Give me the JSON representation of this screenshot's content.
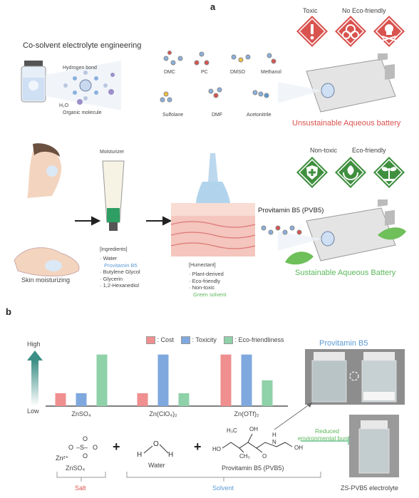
{
  "panel_a": {
    "label": "a",
    "title": "Co-solvent electrolyte engineering",
    "hbond": "Hydrogen bond",
    "water": "H₂O",
    "organic": "Organic molecule",
    "solvents": [
      "DMC",
      "PC",
      "DMSO",
      "Methanol",
      "Sulfolane",
      "DMF",
      "Acetonitrile"
    ],
    "warn_labels": [
      "Toxic",
      "No Eco-friendly"
    ],
    "unsustainable": "Unsustainable Aqueous battery",
    "moisturizer": "Moisturizer",
    "ingredients_title": "[Ingredients]",
    "ingredients": [
      "· Water",
      "Provitamin B5",
      "· Butylene Glycol",
      "· Glycerin",
      "· 1,2-Hexanediol"
    ],
    "skin": "Skin moisturizing",
    "humectant_title": "[Humectant]",
    "humectant": [
      "· Plant-derived",
      "· Eco-friendly",
      "· Non-toxic"
    ],
    "green_solvent": "Green solvent",
    "pvb5": "Provitamin B5 (PVB5)",
    "good_labels": [
      "Non-toxic",
      "Eco-friendly"
    ],
    "sustainable": "Sustainable Aqueous Battery"
  },
  "panel_b": {
    "label": "b",
    "high": "High",
    "low": "Low",
    "photo_title": "Provitamin B5",
    "reduced": "Reduced\nenvironmental burden",
    "salt_label": "ZnSO₄",
    "water_label": "Water",
    "pvb5_label": "Provitamin B5 (PVB5)",
    "salt_group": "Salt",
    "solvent_group": "Solvent",
    "electrolyte": "ZS-PVB5 electrolyte",
    "colors": {
      "cost": "#ef8f8f",
      "toxicity": "#7fa8df",
      "eco": "#8fd1a8"
    }
  },
  "chart_data": {
    "type": "bar",
    "categories": [
      "ZnSO₄",
      "Zn(ClO₄)₂",
      "Zn(OTf)₂"
    ],
    "series": [
      {
        "name": ": Cost",
        "values": [
          1,
          1,
          4
        ]
      },
      {
        "name": ": Toxicity",
        "values": [
          1,
          4,
          4
        ]
      },
      {
        "name": ": Eco-friendliness",
        "values": [
          4,
          1,
          2
        ]
      }
    ],
    "ylim": [
      0,
      4.2
    ],
    "ylabel": "",
    "xlabel": "",
    "title": ""
  }
}
